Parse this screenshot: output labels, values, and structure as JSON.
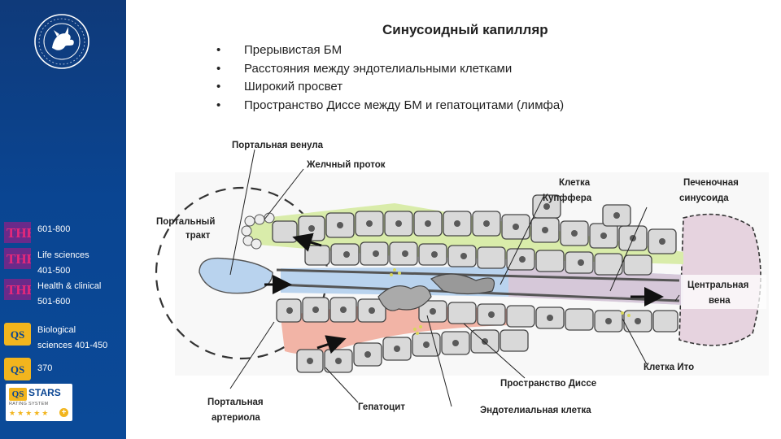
{
  "slide": {
    "title": "Синусоидный капилляр",
    "bullets": [
      "Прерывистая БМ",
      "Расстояния между эндотелиальными клетками",
      "Широкий просвет",
      "Пространство Диссе между БМ и гепатоцитами (лимфа)"
    ]
  },
  "sidebar": {
    "rankings": [
      {
        "badge": "THE",
        "lines": [
          "601-800"
        ]
      },
      {
        "badge": "THE",
        "lines": [
          "Life sciences",
          "401-500"
        ]
      },
      {
        "badge": "THE",
        "lines": [
          "Health  &  clinical",
          "501-600"
        ]
      },
      {
        "badge": "QS",
        "lines": [
          "Biological",
          "sciences    401-450"
        ]
      },
      {
        "badge": "QS",
        "lines": [
          "370"
        ]
      }
    ],
    "stars": {
      "brand": "QS",
      "label": "STARS",
      "sub": "RATING SYSTEM",
      "count": 5,
      "plus": "+"
    }
  },
  "diagram": {
    "labels": {
      "portal_venule": "Портальная венула",
      "bile_duct": "Желчный проток",
      "portal_tract_1": "Портальный",
      "portal_tract_2": "тракт",
      "kupffer_1": "Клетка",
      "kupffer_2": "Купффера",
      "sinusoid_1": "Печеночная",
      "sinusoid_2": "синусоида",
      "central_vein_1": "Центральная",
      "central_vein_2": "вена",
      "ito": "Клетка Ито",
      "disse": "Пространство Диссе",
      "endothelial": "Эндотелиальная клетка",
      "hepatocyte": "Гепатоцит",
      "arteriole_1": "Портальная",
      "arteriole_2": "артериола"
    }
  },
  "colors": {
    "sidebar": "#0a4592",
    "qs_gold": "#f2b51d",
    "the_purple": "#6a2a8a",
    "portal_blue": "#b9d3ee",
    "artery_red": "#f2b4a6",
    "bile_green": "#d9ecaa",
    "central_vein": "#e6d3df",
    "hepatocyte": "#d9d9d9"
  }
}
